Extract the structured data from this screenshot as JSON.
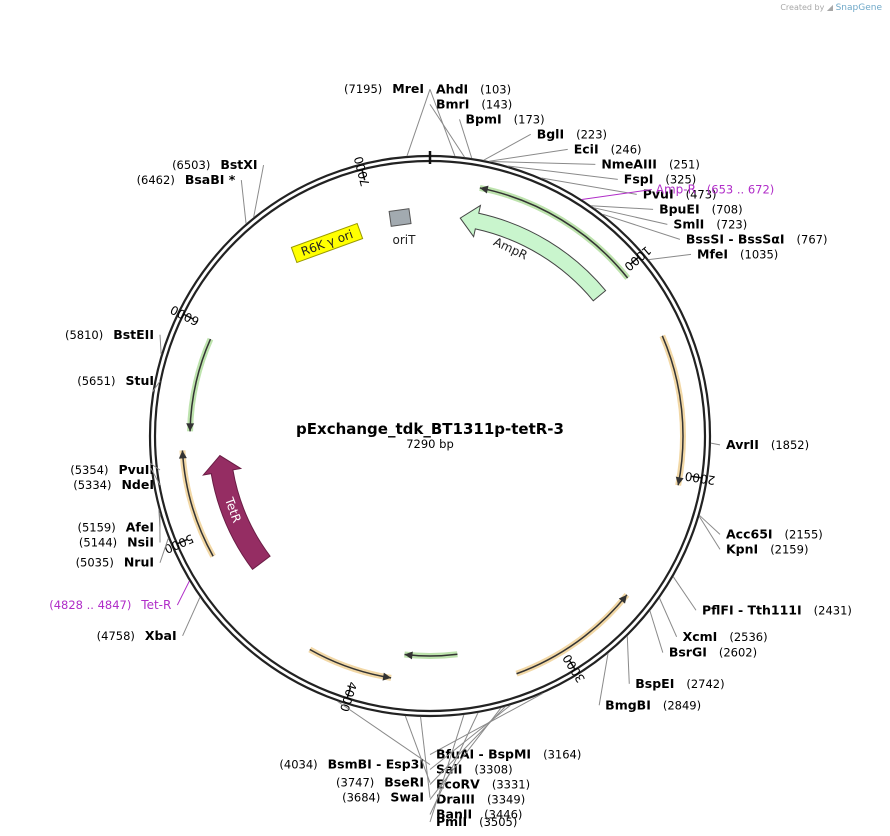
{
  "branding": {
    "created_by": "Created by",
    "app": "SnapGene"
  },
  "plasmid": {
    "name": "pExchange_tdk_BT1311p-tetR-3",
    "length_label": "7290 bp",
    "length": 7290
  },
  "ticks": [
    {
      "pos": 1000,
      "label": "1000"
    },
    {
      "pos": 2000,
      "label": "2000"
    },
    {
      "pos": 3000,
      "label": "3000"
    },
    {
      "pos": 4000,
      "label": "4000"
    },
    {
      "pos": 5000,
      "label": "5000"
    },
    {
      "pos": 6000,
      "label": "6000"
    },
    {
      "pos": 7000,
      "label": "7000"
    }
  ],
  "sites": [
    {
      "name": "MreI",
      "pos": 7195,
      "label": "(7195)",
      "side": "left"
    },
    {
      "name": "AhdI",
      "pos": 103,
      "label": "(103)",
      "side": "right"
    },
    {
      "name": "BmrI",
      "pos": 143,
      "label": "(143)",
      "side": "right"
    },
    {
      "name": "BpmI",
      "pos": 173,
      "label": "(173)",
      "side": "right"
    },
    {
      "name": "BglI",
      "pos": 223,
      "label": "(223)",
      "side": "right"
    },
    {
      "name": "EciI",
      "pos": 246,
      "label": "(246)",
      "side": "right"
    },
    {
      "name": "NmeAIII",
      "pos": 251,
      "label": "(251)",
      "side": "right"
    },
    {
      "name": "FspI",
      "pos": 325,
      "label": "(325)",
      "side": "right"
    },
    {
      "name": "PvuI",
      "pos": 473,
      "label": "(473)",
      "side": "right"
    },
    {
      "name": "BpuEI",
      "pos": 708,
      "label": "(708)",
      "side": "right"
    },
    {
      "name": "SmlI",
      "pos": 723,
      "label": "(723)",
      "side": "right"
    },
    {
      "name": "BssSI  -  BssSαI",
      "pos": 767,
      "label": "(767)",
      "side": "right"
    },
    {
      "name": "MfeI",
      "pos": 1035,
      "label": "(1035)",
      "side": "right"
    },
    {
      "name": "AvrII",
      "pos": 1852,
      "label": "(1852)",
      "side": "right"
    },
    {
      "name": "Acc65I",
      "pos": 2155,
      "label": "(2155)",
      "side": "right"
    },
    {
      "name": "KpnI",
      "pos": 2159,
      "label": "(2159)",
      "side": "right"
    },
    {
      "name": "PflFI  -  Tth111I",
      "pos": 2431,
      "label": "(2431)",
      "side": "right"
    },
    {
      "name": "XcmI",
      "pos": 2536,
      "label": "(2536)",
      "side": "right"
    },
    {
      "name": "BsrGI",
      "pos": 2602,
      "label": "(2602)",
      "side": "right"
    },
    {
      "name": "BspEI",
      "pos": 2742,
      "label": "(2742)",
      "side": "right"
    },
    {
      "name": "BmgBI",
      "pos": 2849,
      "label": "(2849)",
      "side": "right"
    },
    {
      "name": "BfuAI  -  BspMI",
      "pos": 3164,
      "label": "(3164)",
      "side": "right"
    },
    {
      "name": "SalI",
      "pos": 3308,
      "label": "(3308)",
      "side": "right"
    },
    {
      "name": "EcoRV",
      "pos": 3331,
      "label": "(3331)",
      "side": "right"
    },
    {
      "name": "DraIII",
      "pos": 3349,
      "label": "(3349)",
      "side": "right"
    },
    {
      "name": "BanII",
      "pos": 3446,
      "label": "(3446)",
      "side": "right"
    },
    {
      "name": "PmlI",
      "pos": 3505,
      "label": "(3505)",
      "side": "right"
    },
    {
      "name": "SwaI",
      "pos": 3684,
      "label": "(3684)",
      "side": "left"
    },
    {
      "name": "BseRI",
      "pos": 3747,
      "label": "(3747)",
      "side": "left"
    },
    {
      "name": "BsmBI  -  Esp3I",
      "pos": 4034,
      "label": "(4034)",
      "side": "left"
    },
    {
      "name": "XbaI",
      "pos": 4758,
      "label": "(4758)",
      "side": "left"
    },
    {
      "name": "NruI",
      "pos": 5035,
      "label": "(5035)",
      "side": "left"
    },
    {
      "name": "NsiI",
      "pos": 5144,
      "label": "(5144)",
      "side": "left"
    },
    {
      "name": "AfeI",
      "pos": 5159,
      "label": "(5159)",
      "side": "left"
    },
    {
      "name": "NdeI",
      "pos": 5334,
      "label": "(5334)",
      "side": "left"
    },
    {
      "name": "PvuII",
      "pos": 5354,
      "label": "(5354)",
      "side": "left"
    },
    {
      "name": "StuI",
      "pos": 5651,
      "label": "(5651)",
      "side": "left"
    },
    {
      "name": "BstEII",
      "pos": 5810,
      "label": "(5810)",
      "side": "left"
    },
    {
      "name": "BsaBI *",
      "pos": 6462,
      "label": "(6462)",
      "side": "left"
    },
    {
      "name": "BstXI",
      "pos": 6503,
      "label": "(6503)",
      "side": "left"
    }
  ],
  "primers": [
    {
      "name": "Amp-R",
      "range": "(653 .. 672)",
      "pos": 662,
      "color": "#b02dc8",
      "side": "right"
    },
    {
      "name": "Tet-R",
      "range": "(4828 .. 4847)",
      "pos": 4838,
      "color": "#b02dc8",
      "side": "left"
    }
  ],
  "features": [
    {
      "name": "AmpR",
      "start": 160,
      "end": 1020,
      "color": "#c9f5cd",
      "stroke": "#444444",
      "direction": "ccw",
      "label": "AmpR"
    },
    {
      "name": "TetR",
      "start": 4720,
      "end": 5360,
      "color": "#952d63",
      "stroke": "#6a1d45",
      "direction": "cw",
      "label": "TetR"
    },
    {
      "name": "oriT",
      "start": 7255,
      "end": 7290,
      "color": "#a2aab0",
      "stroke": "#555555",
      "label": "oriT"
    },
    {
      "name": "R6K γ ori",
      "start": 6550,
      "end": 6940,
      "color": "#ffff00",
      "stroke": "#999900",
      "label": "R6K γ ori"
    }
  ],
  "orfs": [
    {
      "start": 230,
      "end": 1040,
      "color": "#6cc04a",
      "direction": "ccw"
    },
    {
      "start": 1350,
      "end": 2050,
      "color": "#e2a93a",
      "direction": "cw"
    },
    {
      "start": 2610,
      "end": 3240,
      "color": "#e2a93a",
      "direction": "ccw"
    },
    {
      "start": 3500,
      "end": 3780,
      "color": "#6cc04a",
      "direction": "cw"
    },
    {
      "start": 3830,
      "end": 4240,
      "color": "#e2a93a",
      "direction": "ccw"
    },
    {
      "start": 4880,
      "end": 5400,
      "color": "#e2a93a",
      "direction": "cw"
    },
    {
      "start": 5490,
      "end": 5950,
      "color": "#6cc04a",
      "direction": "ccw"
    }
  ]
}
